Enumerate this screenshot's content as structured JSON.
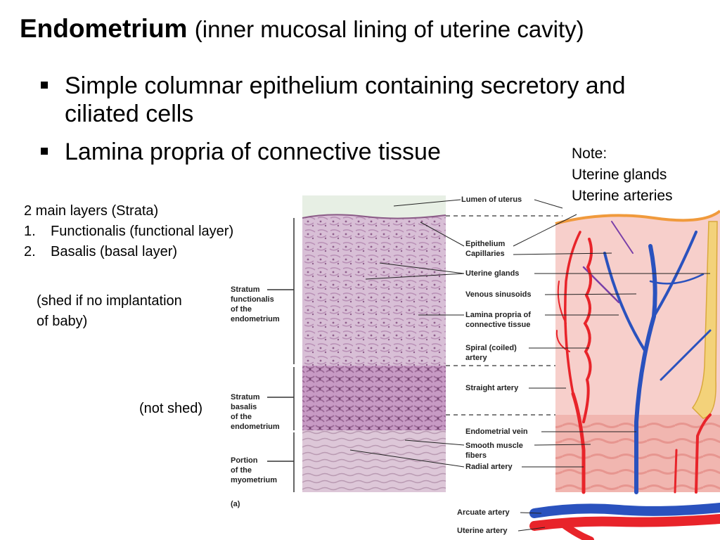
{
  "slide": {
    "title_bold": "Endometrium",
    "title_rest": "(inner mucosal lining of uterine cavity)",
    "bullets": [
      "Simple columnar epithelium containing secretory and ciliated cells",
      "Lamina propria of connective tissue"
    ],
    "note": {
      "heading": "Note:",
      "lines": [
        "Uterine glands",
        "Uterine arteries"
      ]
    },
    "layers": {
      "heading": "2 main layers (Strata)",
      "items": [
        {
          "num": "1.",
          "text": "Functionalis (functional layer)"
        },
        {
          "num": "2.",
          "text": "Basalis (basal layer)"
        }
      ]
    },
    "shed_note": [
      "(shed if no implantation",
      "of baby)"
    ],
    "not_shed_note": "(not shed)"
  },
  "diagram": {
    "left_labels": [
      [
        "Stratum",
        "functionalis",
        "of the",
        "endometrium"
      ],
      [
        "Stratum",
        "basalis",
        "of the",
        "endometrium"
      ],
      [
        "Portion",
        "of the",
        "myometrium"
      ]
    ],
    "panel_label": "(a)",
    "center_labels": [
      "Lumen of uterus",
      "Epithelium",
      "Capillaries",
      "Uterine glands",
      "Venous sinusoids",
      "Lamina propria of",
      "connective tissue",
      "Spiral (coiled)",
      "artery",
      "Straight artery",
      "Endometrial vein",
      "Smooth muscle",
      "fibers",
      "Radial artery",
      "Arcuate artery",
      "Uterine artery"
    ],
    "colors": {
      "artery": "#e8242a",
      "vein": "#2a52be",
      "histology": "#c9a8c6",
      "tissue": "#f6c8c4",
      "gland": "#f3d27a"
    }
  }
}
